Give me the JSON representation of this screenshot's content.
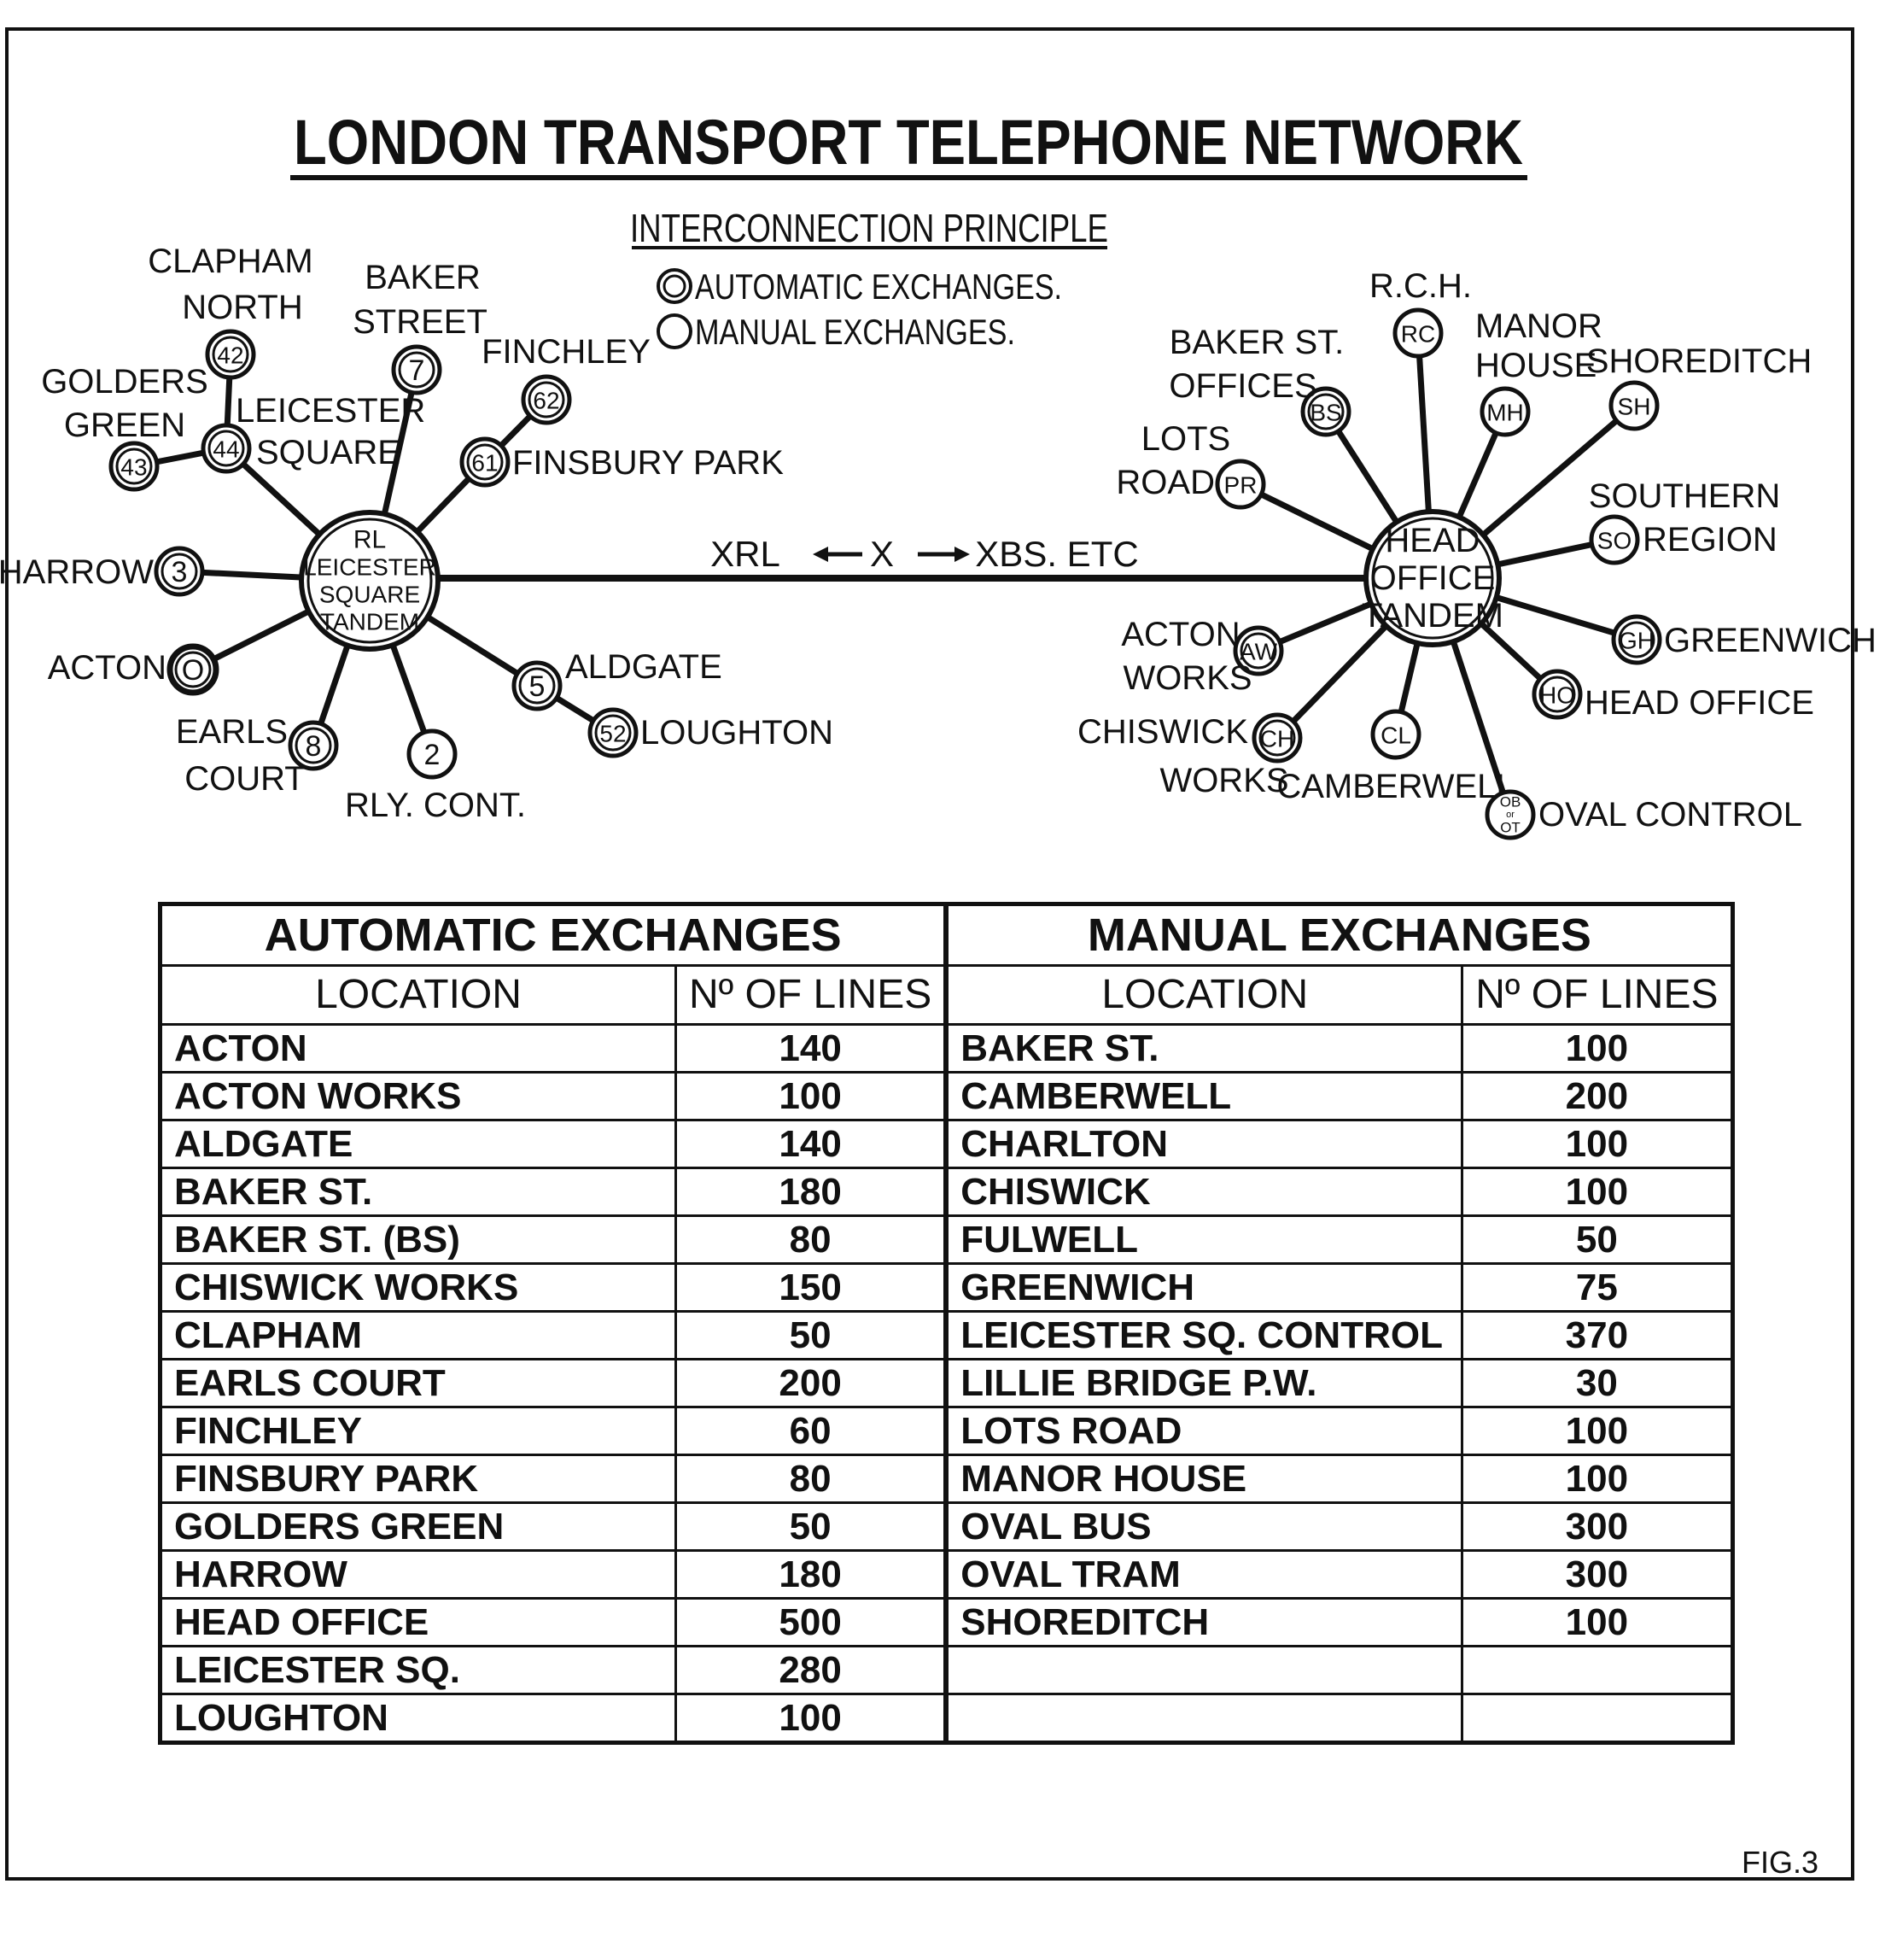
{
  "title": "LONDON TRANSPORT TELEPHONE NETWORK",
  "subtitle": "INTERCONNECTION PRINCIPLE",
  "legend": {
    "automatic": "AUTOMATIC  EXCHANGES.",
    "manual": "MANUAL  EXCHANGES."
  },
  "diagram": {
    "left_hub": {
      "lines": [
        "RL",
        "LEICESTER",
        "SQUARE",
        "TANDEM"
      ]
    },
    "left_nodes": [
      {
        "code": [
          "42"
        ],
        "type": "automatic",
        "label": [
          "CLAPHAM",
          "NORTH"
        ]
      },
      {
        "code": [
          "44"
        ],
        "type": "automatic",
        "label": [
          "LEICESTER",
          "SQUARE"
        ]
      },
      {
        "code": [
          "43"
        ],
        "type": "automatic",
        "label": [
          "GOLDERS",
          "GREEN"
        ]
      },
      {
        "code": [
          "7"
        ],
        "type": "automatic",
        "label": [
          "BAKER",
          "STREET"
        ]
      },
      {
        "code": [
          "62"
        ],
        "type": "automatic",
        "label": [
          "FINCHLEY"
        ]
      },
      {
        "code": [
          "61"
        ],
        "type": "automatic",
        "label": [
          "FINSBURY PARK"
        ]
      },
      {
        "code": [
          "3"
        ],
        "type": "automatic",
        "label": [
          "HARROW"
        ]
      },
      {
        "code": [
          "O"
        ],
        "type": "automatic",
        "label": [
          "ACTON"
        ]
      },
      {
        "code": [
          "8"
        ],
        "type": "automatic",
        "label": [
          "EARLS",
          "COURT"
        ]
      },
      {
        "code": [
          "2"
        ],
        "type": "manual",
        "label": [
          "RLY. CONT."
        ]
      },
      {
        "code": [
          "5"
        ],
        "type": "automatic",
        "label": [
          "ALDGATE"
        ]
      },
      {
        "code": [
          "52"
        ],
        "type": "automatic",
        "label": [
          "LOUGHTON"
        ]
      }
    ],
    "connector": {
      "left": "XRL",
      "middle": "X",
      "right": "XBS. ETC"
    },
    "right_hub": {
      "lines": [
        "HEAD",
        "OFFICE",
        "TANDEM"
      ]
    },
    "right_nodes": [
      {
        "code": [
          "RC"
        ],
        "type": "manual",
        "label": [
          "R.C.H."
        ]
      },
      {
        "code": [
          "BS"
        ],
        "type": "automatic",
        "label": [
          "BAKER ST.",
          "OFFICES"
        ]
      },
      {
        "code": [
          "MH"
        ],
        "type": "manual",
        "label": [
          "MANOR",
          "HOUSE"
        ]
      },
      {
        "code": [
          "SH"
        ],
        "type": "manual",
        "label": [
          "SHOREDITCH"
        ]
      },
      {
        "code": [
          "PR"
        ],
        "type": "manual",
        "label": [
          "LOTS",
          "ROAD"
        ]
      },
      {
        "code": [
          "SO"
        ],
        "type": "manual",
        "label": [
          "SOUTHERN",
          "REGION"
        ]
      },
      {
        "code": [
          "GH"
        ],
        "type": "automatic",
        "label": [
          "GREENWICH"
        ]
      },
      {
        "code": [
          "HO"
        ],
        "type": "automatic",
        "label": [
          "HEAD OFFICE"
        ]
      },
      {
        "code": [
          "AW"
        ],
        "type": "automatic",
        "label": [
          "ACTON",
          "WORKS"
        ]
      },
      {
        "code": [
          "CH"
        ],
        "type": "automatic",
        "label": [
          "CHISWICK",
          "WORKS"
        ]
      },
      {
        "code": [
          "CL"
        ],
        "type": "manual",
        "label": [
          "CAMBERWELL"
        ]
      },
      {
        "code": [
          "OB",
          "or",
          "OT"
        ],
        "type": "manual",
        "label": [
          "OVAL CONTROL"
        ]
      }
    ]
  },
  "tables": {
    "automatic": {
      "title": "AUTOMATIC EXCHANGES",
      "col_location": "LOCATION",
      "col_lines": "Nº OF LINES",
      "rows": [
        [
          "ACTON",
          "140"
        ],
        [
          "ACTON WORKS",
          "100"
        ],
        [
          "ALDGATE",
          "140"
        ],
        [
          "BAKER ST.",
          "180"
        ],
        [
          "BAKER ST.  (BS)",
          "80"
        ],
        [
          "CHISWICK WORKS",
          "150"
        ],
        [
          "CLAPHAM",
          "50"
        ],
        [
          "EARLS COURT",
          "200"
        ],
        [
          "FINCHLEY",
          "60"
        ],
        [
          "FINSBURY PARK",
          "80"
        ],
        [
          "GOLDERS GREEN",
          "50"
        ],
        [
          "HARROW",
          "180"
        ],
        [
          "HEAD OFFICE",
          "500"
        ],
        [
          "LEICESTER SQ.",
          "280"
        ],
        [
          "LOUGHTON",
          "100"
        ]
      ]
    },
    "manual": {
      "title": "MANUAL EXCHANGES",
      "col_location": "LOCATION",
      "col_lines": "Nº OF LINES",
      "rows": [
        [
          "BAKER ST.",
          "100"
        ],
        [
          "CAMBERWELL",
          "200"
        ],
        [
          "CHARLTON",
          "100"
        ],
        [
          "CHISWICK",
          "100"
        ],
        [
          "FULWELL",
          "50"
        ],
        [
          "GREENWICH",
          "75"
        ],
        [
          "LEICESTER SQ. CONTROL",
          "370"
        ],
        [
          "LILLIE BRIDGE  P.W.",
          "30"
        ],
        [
          "LOTS ROAD",
          "100"
        ],
        [
          "MANOR HOUSE",
          "100"
        ],
        [
          "OVAL BUS",
          "300"
        ],
        [
          "OVAL TRAM",
          "300"
        ],
        [
          "SHOREDITCH",
          "100"
        ],
        [
          "",
          ""
        ],
        [
          "",
          ""
        ]
      ]
    }
  },
  "figure_label": "FIG.3"
}
